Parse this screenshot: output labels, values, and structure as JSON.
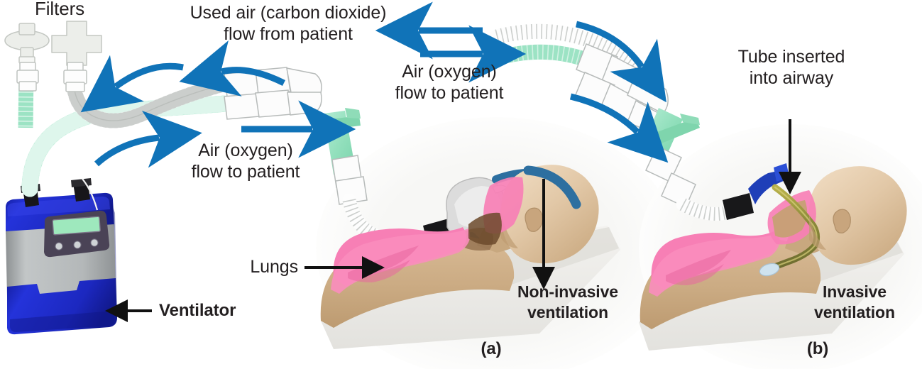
{
  "figure": {
    "title": "Mechanical ventilation: non-invasive versus invasive",
    "background_color": "#ffffff",
    "text_color": "#231f20",
    "accent_arrow_color": "#1073b8",
    "tube_green_color": "#9ce3c4",
    "lungs_color": "#f77fb5",
    "skin_color": "#cfae86",
    "bed_color": "#eceae6",
    "ventilator_blue": "#1d2bc4",
    "ventilator_gray": "#b9bcbd",
    "ventilator_screen": "#9ee8bd"
  },
  "labels": {
    "filters": "Filters",
    "used_air_line1": "Used air (carbon dioxide)",
    "used_air_line2": "flow from patient",
    "air_flow_left_line1": "Air (oxygen)",
    "air_flow_left_line2": "flow to patient",
    "air_flow_mid_line1": "Air (oxygen)",
    "air_flow_mid_line2": "flow to patient",
    "tube_inserted_line1": "Tube inserted",
    "tube_inserted_line2": "into airway",
    "lungs": "Lungs",
    "ventilator": "Ventilator",
    "non_invasive_line1": "Non-invasive",
    "non_invasive_line2": "ventilation",
    "invasive_line1": "Invasive",
    "invasive_line2": "ventilation",
    "panel_a": "(a)",
    "panel_b": "(b)"
  },
  "icons": {
    "ventilator_machine": "ventilator-machine-icon",
    "filter_round": "round-filter-icon",
    "filter_cross": "cross-filter-icon",
    "corrugated_tube": "corrugated-tube-icon",
    "arrow_curved": "curved-flow-arrow-icon",
    "arrow_straight": "straight-flow-arrow-icon",
    "arrow_pointer": "pointer-arrow-icon",
    "patient_mask": "patient-with-mask-icon",
    "patient_intubated": "patient-intubated-icon",
    "lungs": "lungs-icon",
    "endotracheal_tube": "endotracheal-tube-icon",
    "laryngoscope_connector": "tube-connector-icon"
  },
  "panels": [
    {
      "id": "a",
      "caption": "(a)",
      "mode": "Non-invasive ventilation"
    },
    {
      "id": "b",
      "caption": "(b)",
      "mode": "Invasive ventilation"
    }
  ],
  "flows": [
    {
      "name": "inspiratory",
      "label": "Air (oxygen) flow to patient",
      "direction": "to-patient",
      "color": "#1073b8"
    },
    {
      "name": "expiratory",
      "label": "Used air (carbon dioxide) flow from patient",
      "direction": "from-patient",
      "color": "#1073b8"
    }
  ]
}
